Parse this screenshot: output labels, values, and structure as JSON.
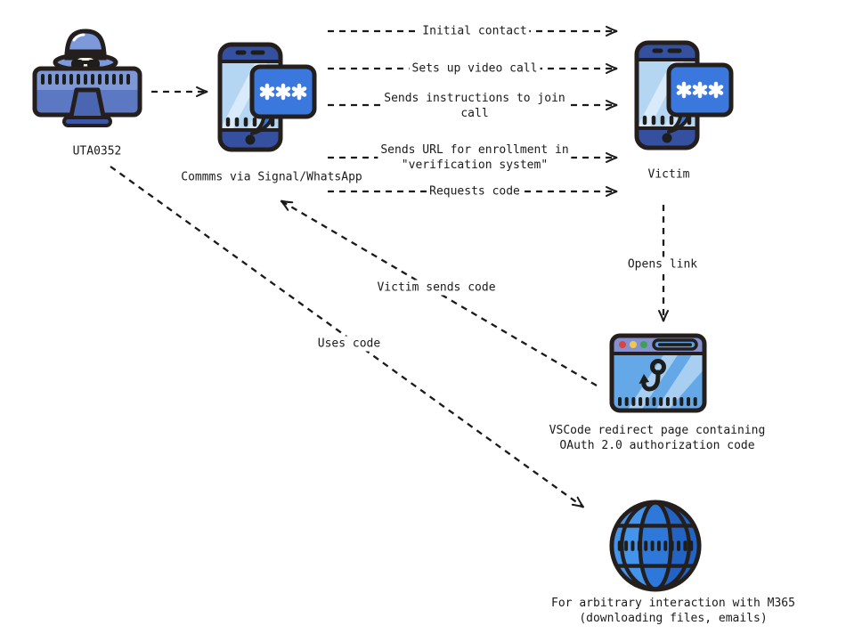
{
  "diagram": {
    "nodes": {
      "attacker": {
        "label": "UTA0352"
      },
      "comms_phone": {
        "label": "Commms via Signal/WhatsApp"
      },
      "victim_phone": {
        "label": "Victim"
      },
      "redirect_page": {
        "label_line1": "VSCode redirect page containing",
        "label_line2": "OAuth 2.0 authorization code"
      },
      "m365_globe": {
        "label_line1": "For arbitrary interaction with M365",
        "label_line2": "(downloading files, emails)"
      }
    },
    "edges": {
      "initial_contact": "Initial contact",
      "video_call": "Sets up video call",
      "join_instructions_line1": "Sends instructions to join",
      "join_instructions_line2": "call",
      "enrollment_line1": "Sends URL for enrollment in",
      "enrollment_line2": "\"verification system\"",
      "requests_code": "Requests code",
      "opens_link": "Opens link",
      "victim_sends_code": "Victim sends code",
      "uses_code": "Uses code"
    },
    "colors": {
      "ink": "#241f1d",
      "arrow": "#1a1a1a",
      "navy": "#34509e",
      "screen_light_blue": "#b5d6f3",
      "bubble_blue": "#3a78de",
      "monitor_blue": "#5c78c2",
      "titlebar_purple": "#8591cf",
      "browser_blue": "#64a8e8",
      "globe_light": "#4394ea",
      "globe_mid": "#2e78d9",
      "globe_dark": "#2263c4",
      "traffic_red": "#d94444",
      "traffic_yellow": "#eec94e",
      "traffic_green": "#3f9e58"
    }
  }
}
